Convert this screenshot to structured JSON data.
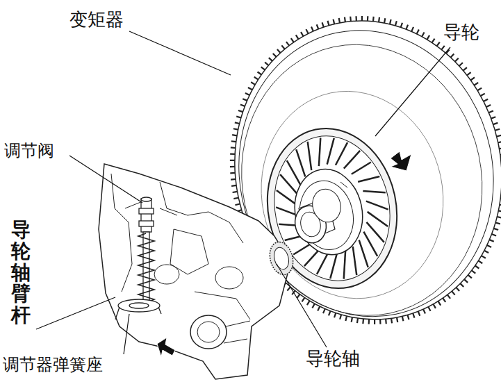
{
  "diagram": {
    "labels": [
      "变矩器",
      "导轮",
      "调节阀",
      "导轮轴臂杆",
      "调节器弹簧座",
      "导轮轴"
    ]
  }
}
